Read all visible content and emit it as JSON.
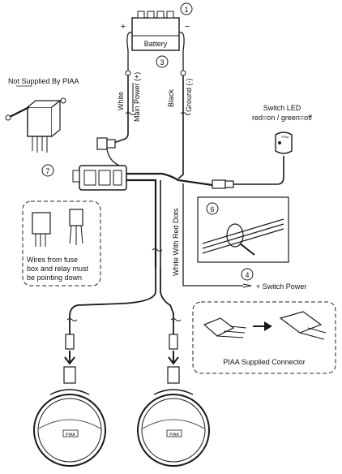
{
  "callouts": {
    "c1": "1",
    "c2": "3",
    "c3": "7",
    "c4": "6",
    "c5": "4"
  },
  "battery": {
    "label": "Battery",
    "plus": "+",
    "minus": "−"
  },
  "wire_labels": {
    "white": "White",
    "main_power": "Main Power (+)",
    "black": "Black",
    "ground": "Ground (-)",
    "white_red_dots": "White With Red Dots"
  },
  "switch_led": {
    "title": "Switch LED",
    "legend": "red=on / green=off",
    "brand": "PIAA"
  },
  "relay_note": {
    "not_supplied": "Not Supplied By PIAA"
  },
  "fuse_box_note": {
    "line1": "Wires from fuse",
    "line2": "box and relay must",
    "line3": "be pointing down"
  },
  "switch_power": {
    "label": "+ Switch Power"
  },
  "connector_note": {
    "label": "PIAA Supplied Connector"
  },
  "lamps": {
    "left_brand": "PIAA",
    "right_brand": "PIAA"
  }
}
